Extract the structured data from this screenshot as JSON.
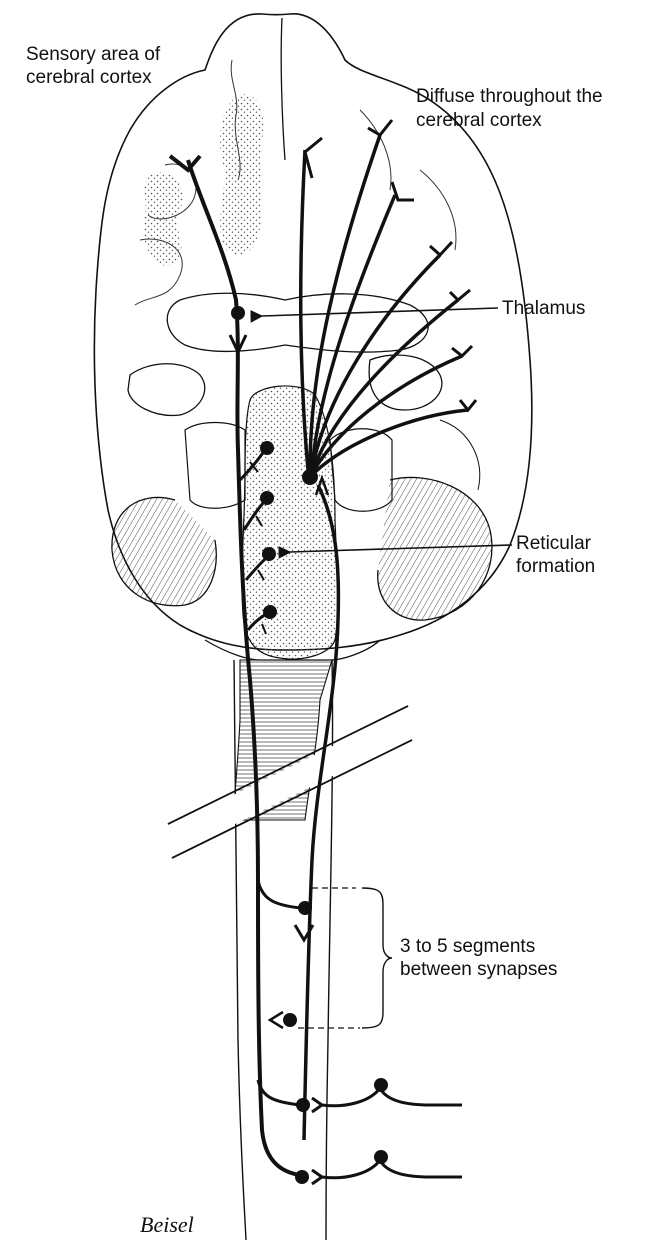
{
  "labels": {
    "sensory_line1": "Sensory area of",
    "sensory_line2": "cerebral cortex",
    "diffuse_line1": "Diffuse throughout the",
    "diffuse_line2": "cerebral cortex",
    "thalamus": "Thalamus",
    "reticular_line1": "Reticular",
    "reticular_line2": "formation",
    "segments_line1": "3 to 5 segments",
    "segments_line2": "between synapses"
  },
  "signature": "Beisel",
  "colors": {
    "ink": "#111111",
    "paper": "#ffffff",
    "stipple": "#555555"
  }
}
